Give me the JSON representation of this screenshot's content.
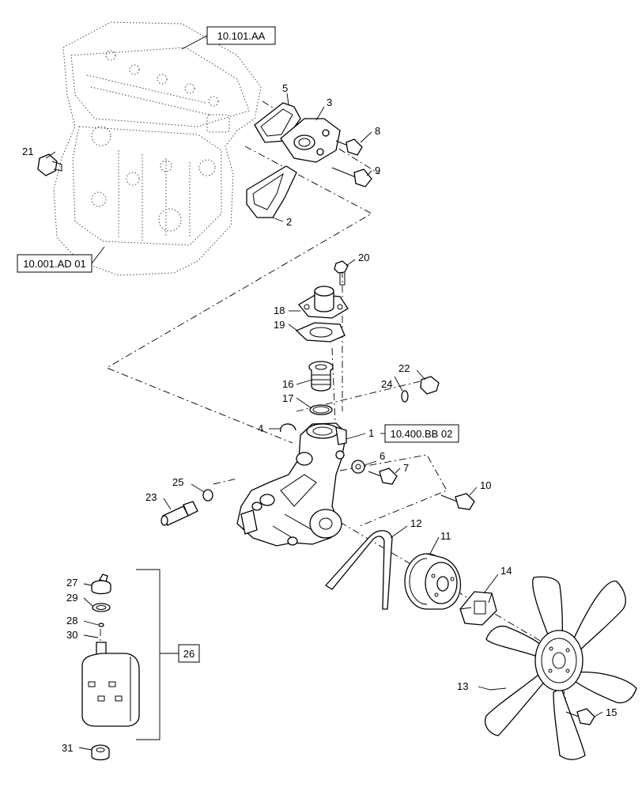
{
  "references": {
    "engine_head": "10.101.AA",
    "engine_block": "10.001.AD 01",
    "coolant_pump": "10.400.BB 02"
  },
  "callouts": {
    "c1": "1",
    "c2": "2",
    "c3": "3",
    "c4": "4",
    "c5": "5",
    "c6": "6",
    "c7": "7",
    "c8": "8",
    "c9": "9",
    "c10": "10",
    "c11": "11",
    "c12": "12",
    "c13": "13",
    "c14": "14",
    "c15": "15",
    "c16": "16",
    "c17": "17",
    "c18": "18",
    "c19": "19",
    "c20": "20",
    "c21": "21",
    "c22": "22",
    "c23": "23",
    "c24": "24",
    "c25": "25",
    "c26": "26",
    "c27": "27",
    "c28": "28",
    "c29": "29",
    "c30": "30",
    "c31": "31"
  },
  "icons": [
    "engine-outline-icon",
    "bolt-icon",
    "gasket-icon",
    "pulley-icon",
    "fan-icon",
    "reservoir-icon"
  ]
}
